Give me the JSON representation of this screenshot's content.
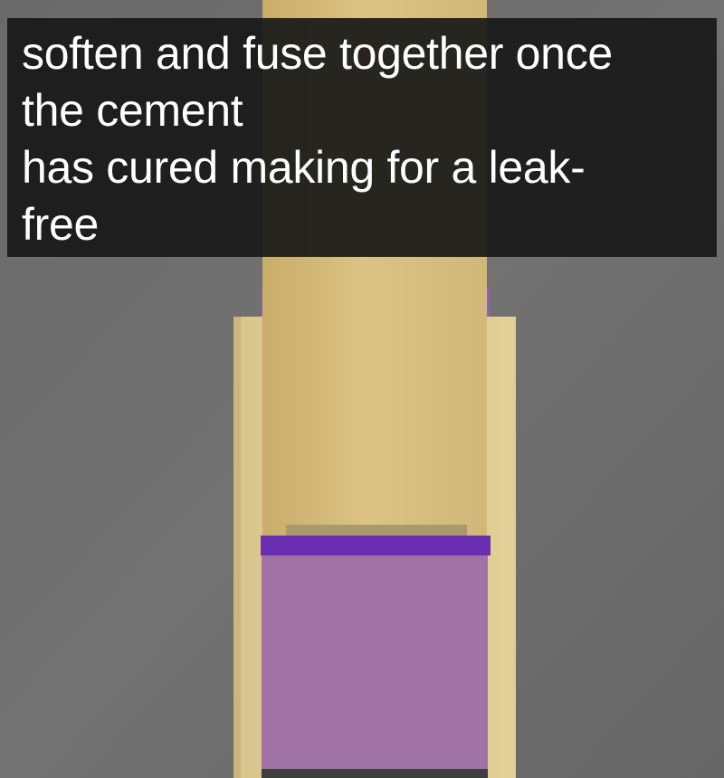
{
  "caption": {
    "lines": [
      "soften and fuse together once",
      "the cement",
      "has cured making for a leak-",
      "free"
    ]
  },
  "colors": {
    "background": "#6e6e6e",
    "pipe": "#d8be7c",
    "fitting": "#dcc98f",
    "cement": "#7a3fb8",
    "primer": "#9b6aa8"
  }
}
